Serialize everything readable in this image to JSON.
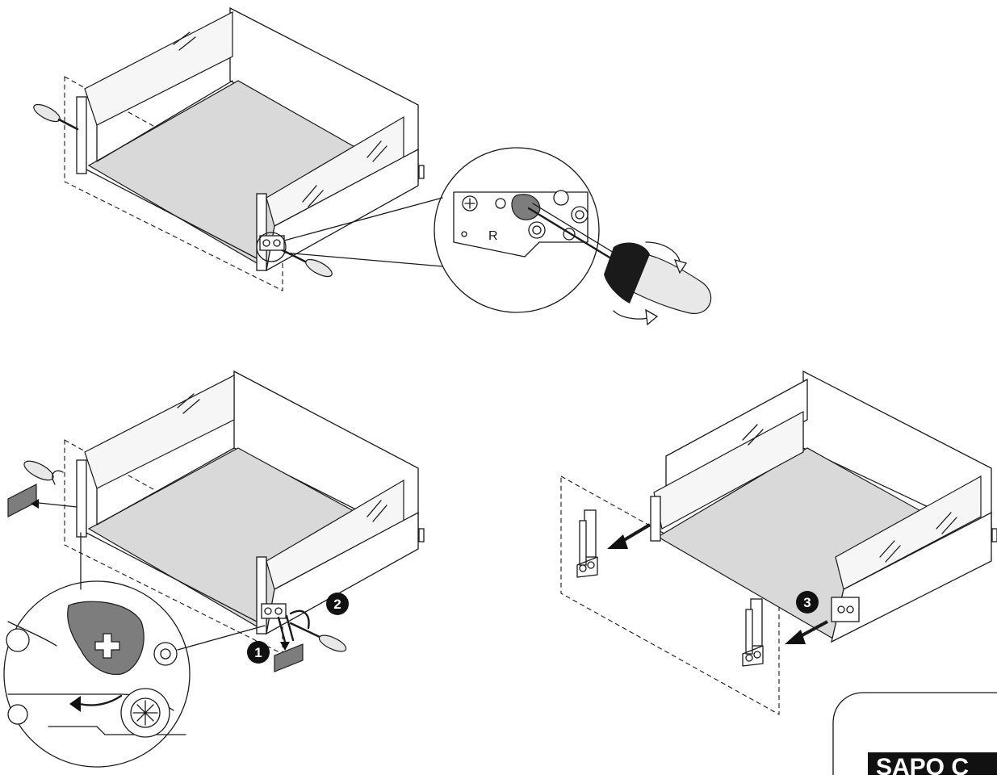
{
  "labels": {
    "mark_r": "R",
    "step_1": "1",
    "step_2": "2",
    "step_3": "3",
    "brand": "SAPO C"
  },
  "colors": {
    "line": "#1a1a1a",
    "floor": "#d9d9d9",
    "part_dark": "#7d7d7d",
    "badge": "#111111"
  },
  "icons": [
    "screwdriver-icon",
    "rotation-arrow-icon",
    "pull-arrow-icon",
    "cam-screw-icon"
  ]
}
